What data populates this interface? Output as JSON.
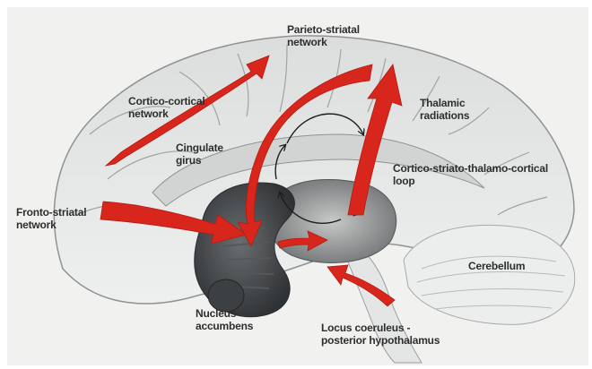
{
  "labels": {
    "parieto_line1": "Parieto-striatal",
    "parieto_line2": "network",
    "cortico_line1": "Cortico-cortical",
    "cortico_line2": "network",
    "thalamic_line1": "Thalamic",
    "thalamic_line2": "radiations",
    "cingulate_line1": "Cingulate",
    "cingulate_line2": "girus",
    "loop_line1": "Cortico-striato-thalamo-cortical",
    "loop_line2": "loop",
    "fronto_line1": "Fronto-striatal",
    "fronto_line2": "network",
    "cerebellum": "Cerebellum",
    "nucleus_line1": "Nucleus",
    "nucleus_line2": "accumbens",
    "locus_line1": "Locus coeruleus -",
    "locus_line2": "posterior hypothalamus"
  },
  "colors": {
    "background": "#ffffff",
    "canvas": "#f1f1f0",
    "arrow_red": "#d8261c",
    "structure_dark": "#3f4244",
    "cortex_light": "#e3e4e3",
    "label_text": "#2e2e2e"
  }
}
